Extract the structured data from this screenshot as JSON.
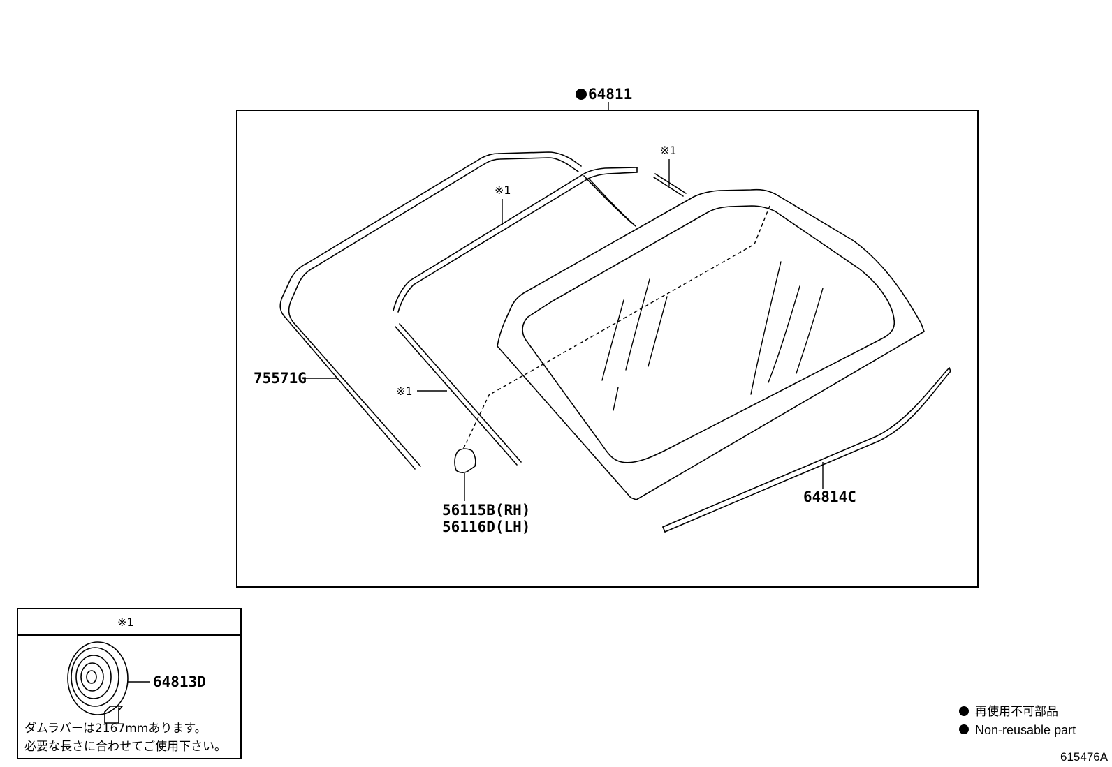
{
  "assembly": {
    "label": "64811",
    "nonreusable_mark": "●"
  },
  "parts": {
    "molding_outer": "75571G",
    "molding_inner_mark": "※1",
    "dam_top_mark": "※1",
    "dam_side_mark": "※1",
    "spacer_rh": "56115B(RH)",
    "spacer_lh": "56116D(LH)",
    "lower_dam": "64814C"
  },
  "detail_box": {
    "header": "※1",
    "part": "64813D",
    "note_line1": "ダムラバーは2167mmあります。",
    "note_line2": "必要な長さに合わせてご使用下さい。"
  },
  "legend": {
    "mark": "●",
    "jp": "再使用不可部品",
    "en": "Non-reusable part"
  },
  "figure_id": "615476A"
}
